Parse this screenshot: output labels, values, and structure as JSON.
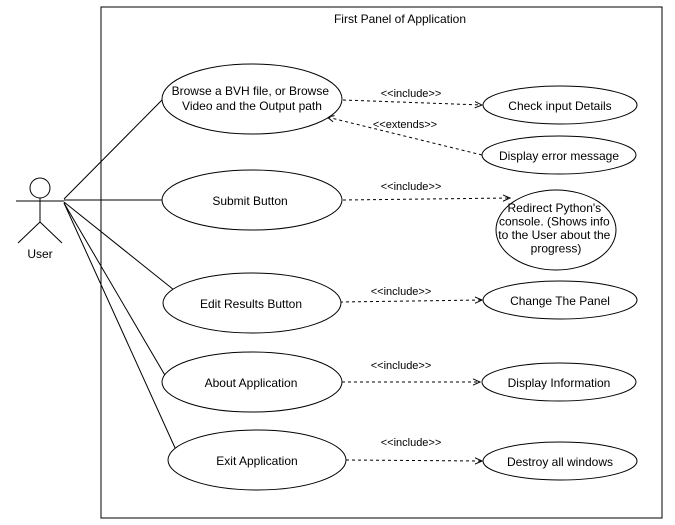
{
  "system": {
    "title": "First Panel of Application"
  },
  "actor": {
    "name": "User"
  },
  "use_cases": {
    "browse": [
      "Browse a BVH file, or Browse",
      "Video and the Output path"
    ],
    "submit": [
      "Submit Button"
    ],
    "edit": [
      "Edit Results Button"
    ],
    "about": [
      "About Application"
    ],
    "exit": [
      "Exit Application"
    ],
    "check": [
      "Check input Details"
    ],
    "error": [
      "Display error message"
    ],
    "redirect": [
      "Redirect Python's",
      "console. (Shows info",
      "to the User about the",
      "progress)"
    ],
    "change": [
      "Change The Panel"
    ],
    "info": [
      "Display Information"
    ],
    "destroy": [
      "Destroy all windows"
    ]
  },
  "relations": {
    "browse_check": "<<include>>",
    "error_browse": "<<extends>>",
    "submit_redirect": "<<include>>",
    "edit_change": "<<include>>",
    "about_info": "<<include>>",
    "exit_destroy": "<<include>>"
  }
}
